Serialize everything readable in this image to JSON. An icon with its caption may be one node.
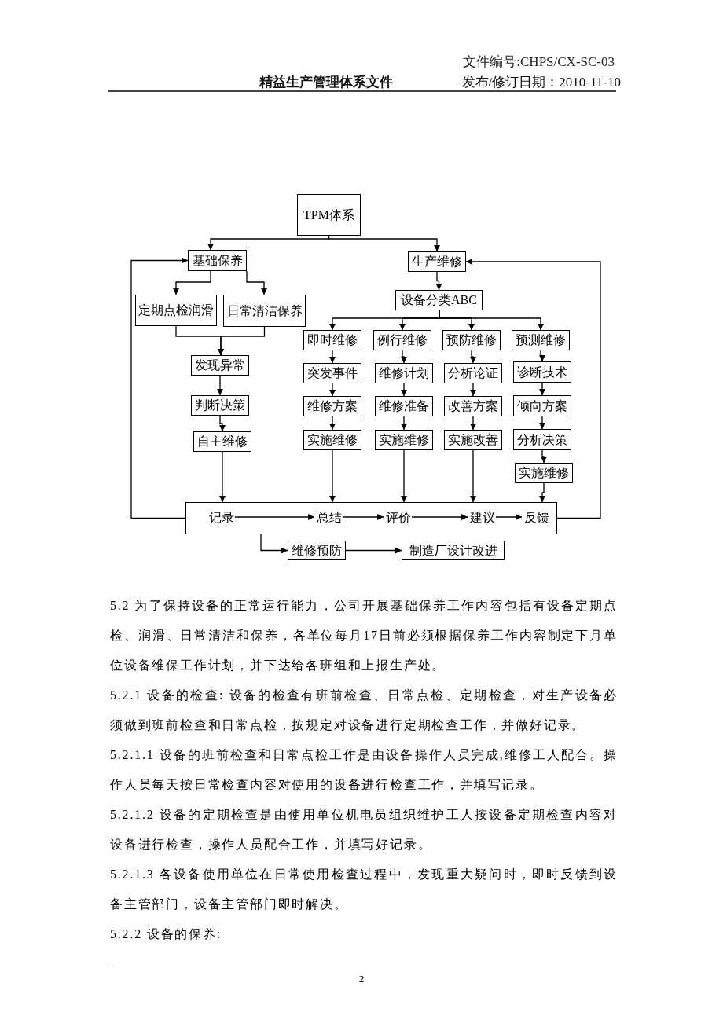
{
  "diagram": {
    "nodes": [
      {
        "text": [
          "TPM体系"
        ]
      },
      {
        "text": [
          "基础保养"
        ]
      },
      {
        "text": [
          "生产维修"
        ]
      },
      {
        "text": [
          "定期点检润滑"
        ]
      },
      {
        "text": [
          "日常清洁保养"
        ]
      },
      {
        "text": [
          "设备分类ABC"
        ]
      },
      {
        "text": [
          "即时维修"
        ]
      },
      {
        "text": [
          "例行维修"
        ]
      },
      {
        "text": [
          "预防维修"
        ]
      },
      {
        "text": [
          "预测维修"
        ]
      },
      {
        "text": [
          "发现异常"
        ]
      },
      {
        "text": [
          "突发事件"
        ]
      },
      {
        "text": [
          "维修计划"
        ]
      },
      {
        "text": [
          "分析论证"
        ]
      },
      {
        "text": [
          "诊断技术"
        ]
      },
      {
        "text": [
          "判断决策"
        ]
      },
      {
        "text": [
          "维修方案"
        ]
      },
      {
        "text": [
          "维修准备"
        ]
      },
      {
        "text": [
          "改善方案"
        ]
      },
      {
        "text": [
          "倾向方案"
        ]
      },
      {
        "text": [
          "自主维修"
        ]
      },
      {
        "text": [
          "实施维修"
        ]
      },
      {
        "text": [
          "实施维修"
        ]
      },
      {
        "text": [
          "实施改善"
        ]
      },
      {
        "text": [
          "分析决策"
        ]
      },
      {
        "text": [
          "实施维修"
        ]
      },
      {
        "text": [],
        "shape": "box"
      },
      {
        "text": [
          "记录"
        ],
        "in": 26
      },
      {
        "text": [
          "总结"
        ],
        "in": 26
      },
      {
        "text": [
          "评价"
        ],
        "in": 26
      },
      {
        "text": [
          "建议"
        ],
        "in": 26
      },
      {
        "text": [
          "反馈"
        ],
        "in": 26
      },
      {
        "text": [
          "维修预防"
        ]
      },
      {
        "text": [
          "制造厂设计改进"
        ]
      }
    ],
    "edges": [
      {
        "from": 0,
        "to": 1,
        "arrow": "to"
      },
      {
        "from": 0,
        "to": 2,
        "arrow": "to"
      },
      {
        "from": 1,
        "to": 3,
        "arrow": "to"
      },
      {
        "from": 1,
        "to": 4,
        "arrow": "to"
      },
      {
        "from": 3,
        "to": 10,
        "arrow": "to"
      },
      {
        "from": 4,
        "to": 10,
        "arrow": "to"
      },
      {
        "from": 10,
        "to": 15,
        "arrow": "to"
      },
      {
        "from": 15,
        "to": 20,
        "arrow": "to"
      },
      {
        "from": 20,
        "to": 26,
        "arrow": "to"
      },
      {
        "from": 2,
        "to": 5,
        "arrow": "to"
      },
      {
        "from": 5,
        "to": 6,
        "arrow": "to"
      },
      {
        "from": 5,
        "to": 7,
        "arrow": "to"
      },
      {
        "from": 5,
        "to": 8,
        "arrow": "to"
      },
      {
        "from": 5,
        "to": 9,
        "arrow": "to"
      },
      {
        "from": 6,
        "to": 11,
        "arrow": "to"
      },
      {
        "from": 11,
        "to": 16,
        "arrow": "to"
      },
      {
        "from": 16,
        "to": 21,
        "arrow": "to"
      },
      {
        "from": 21,
        "to": 26,
        "arrow": "to"
      },
      {
        "from": 7,
        "to": 12,
        "arrow": "to"
      },
      {
        "from": 12,
        "to": 17,
        "arrow": "to"
      },
      {
        "from": 17,
        "to": 22,
        "arrow": "to"
      },
      {
        "from": 22,
        "to": 26,
        "arrow": "to"
      },
      {
        "from": 8,
        "to": 13,
        "arrow": "to"
      },
      {
        "from": 13,
        "to": 18,
        "arrow": "to"
      },
      {
        "from": 18,
        "to": 23,
        "arrow": "to"
      },
      {
        "from": 23,
        "to": 26,
        "arrow": "to"
      },
      {
        "from": 9,
        "to": 14,
        "arrow": "to"
      },
      {
        "from": 14,
        "to": 19,
        "arrow": "to"
      },
      {
        "from": 19,
        "to": 24,
        "arrow": "to"
      },
      {
        "from": 24,
        "to": 25,
        "arrow": "to"
      },
      {
        "from": 25,
        "to": 26,
        "arrow": "to"
      },
      {
        "from": 27,
        "to": 28,
        "arrow": "to"
      },
      {
        "from": 28,
        "to": 29,
        "arrow": "to"
      },
      {
        "from": 29,
        "to": 30,
        "arrow": "to"
      },
      {
        "from": 30,
        "to": 31,
        "arrow": "to"
      },
      {
        "from": 26,
        "to": 1,
        "arrow": "to"
      },
      {
        "from": 26,
        "to": 2,
        "arrow": "to"
      },
      {
        "from": 26,
        "to": 32,
        "arrow": "to"
      },
      {
        "from": 32,
        "to": 33,
        "arrow": "to"
      }
    ],
    "labels": [
      "文件编号:CHPS/CX-SC-03",
      "精益生产管理体系文件",
      "发布/修订日期：2010-11-10",
      "5.2 为了保持设备的正常运行能力，公司开展基础保养工作内容包括有设备定期点检、润滑、日常清洁和保养，各单位每月17日前必须根据保养工作内容制定下月单位设备维保工作计划，并下达给各班组和上报生产处。",
      "5.2.1 设备的检查: 设备的检查有班前检查、日常点检、定期检查，对生产设备必须做到班前检查和日常点检，按规定对设备进行定期检查工作，并做好记录。",
      "5.2.1.1 设备的班前检查和日常点检工作是由设备操作人员完成,维修工人配合。操作人员每天按日常检查内容对使用的设备进行检查工作，并填写记录。",
      "5.2.1.2 设备的定期检查是由使用单位机电员组织维护工人按设备定期检查内容对设备进行检查，操作人员配合工作，并填写好记录。",
      "5.2.1.3 各设备使用单位在日常使用检查过程中，发现重大疑问时，即时反馈到设备主管部门，设备主管部门即时解决。",
      "5.2.2 设备的保养:",
      "2"
    ]
  }
}
